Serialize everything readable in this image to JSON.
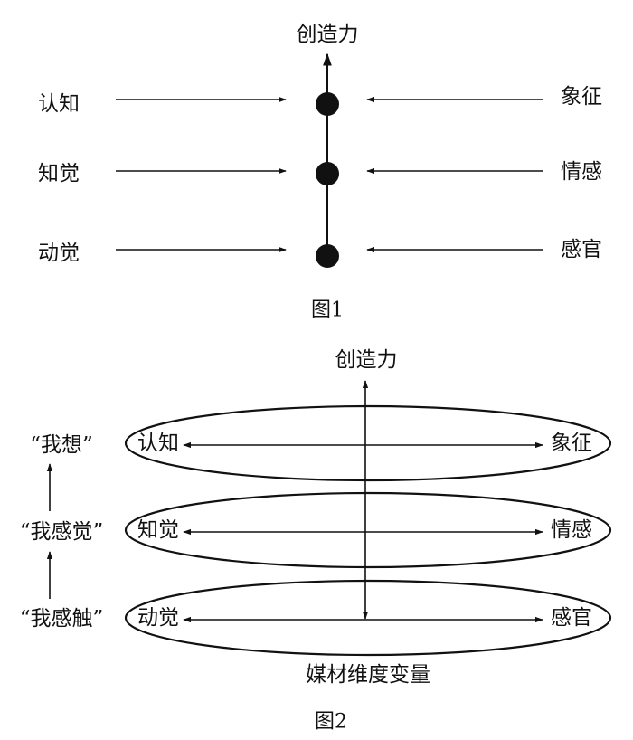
{
  "figure1": {
    "top_label": "创造力",
    "left": [
      "认知",
      "知觉",
      "动觉"
    ],
    "right": [
      "象征",
      "情感",
      "感官"
    ],
    "caption": "图1"
  },
  "figure2": {
    "top_label": "创造力",
    "levels": [
      {
        "left": "认知",
        "right": "象征",
        "self": "“我想”"
      },
      {
        "left": "知觉",
        "right": "情感",
        "self": "“我感觉”"
      },
      {
        "left": "动觉",
        "right": "感官",
        "self": "“我感触”"
      }
    ],
    "bottom_label": "媒材维度变量",
    "caption": "图2"
  }
}
